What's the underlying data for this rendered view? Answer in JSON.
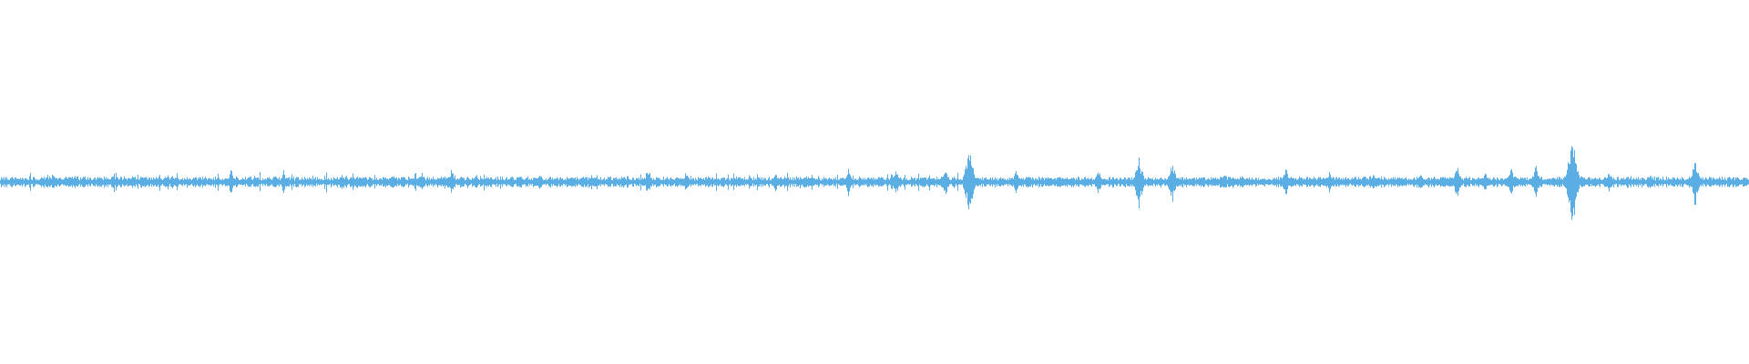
{
  "waveform": {
    "color": "#5aaee3",
    "background": "#ffffff",
    "baseline_amplitude": 0.012,
    "peaks": [
      {
        "position": 0.03,
        "amplitude": 0.02
      },
      {
        "position": 0.065,
        "amplitude": 0.02
      },
      {
        "position": 0.132,
        "amplitude": 0.03
      },
      {
        "position": 0.162,
        "amplitude": 0.025
      },
      {
        "position": 0.195,
        "amplitude": 0.025
      },
      {
        "position": 0.241,
        "amplitude": 0.025
      },
      {
        "position": 0.258,
        "amplitude": 0.03
      },
      {
        "position": 0.272,
        "amplitude": 0.02
      },
      {
        "position": 0.308,
        "amplitude": 0.02
      },
      {
        "position": 0.338,
        "amplitude": 0.015
      },
      {
        "position": 0.37,
        "amplitude": 0.03
      },
      {
        "position": 0.392,
        "amplitude": 0.025
      },
      {
        "position": 0.443,
        "amplitude": 0.025
      },
      {
        "position": 0.485,
        "amplitude": 0.03
      },
      {
        "position": 0.512,
        "amplitude": 0.035
      },
      {
        "position": 0.54,
        "amplitude": 0.04
      },
      {
        "position": 0.554,
        "amplitude": 0.09
      },
      {
        "position": 0.581,
        "amplitude": 0.035
      },
      {
        "position": 0.628,
        "amplitude": 0.03
      },
      {
        "position": 0.651,
        "amplitude": 0.065
      },
      {
        "position": 0.67,
        "amplitude": 0.05
      },
      {
        "position": 0.7,
        "amplitude": 0.025
      },
      {
        "position": 0.735,
        "amplitude": 0.035
      },
      {
        "position": 0.76,
        "amplitude": 0.025
      },
      {
        "position": 0.785,
        "amplitude": 0.02
      },
      {
        "position": 0.812,
        "amplitude": 0.02
      },
      {
        "position": 0.833,
        "amplitude": 0.04
      },
      {
        "position": 0.849,
        "amplitude": 0.025
      },
      {
        "position": 0.864,
        "amplitude": 0.035
      },
      {
        "position": 0.878,
        "amplitude": 0.045
      },
      {
        "position": 0.899,
        "amplitude": 0.11
      },
      {
        "position": 0.92,
        "amplitude": 0.025
      },
      {
        "position": 0.943,
        "amplitude": 0.02
      },
      {
        "position": 0.969,
        "amplitude": 0.055
      }
    ]
  }
}
